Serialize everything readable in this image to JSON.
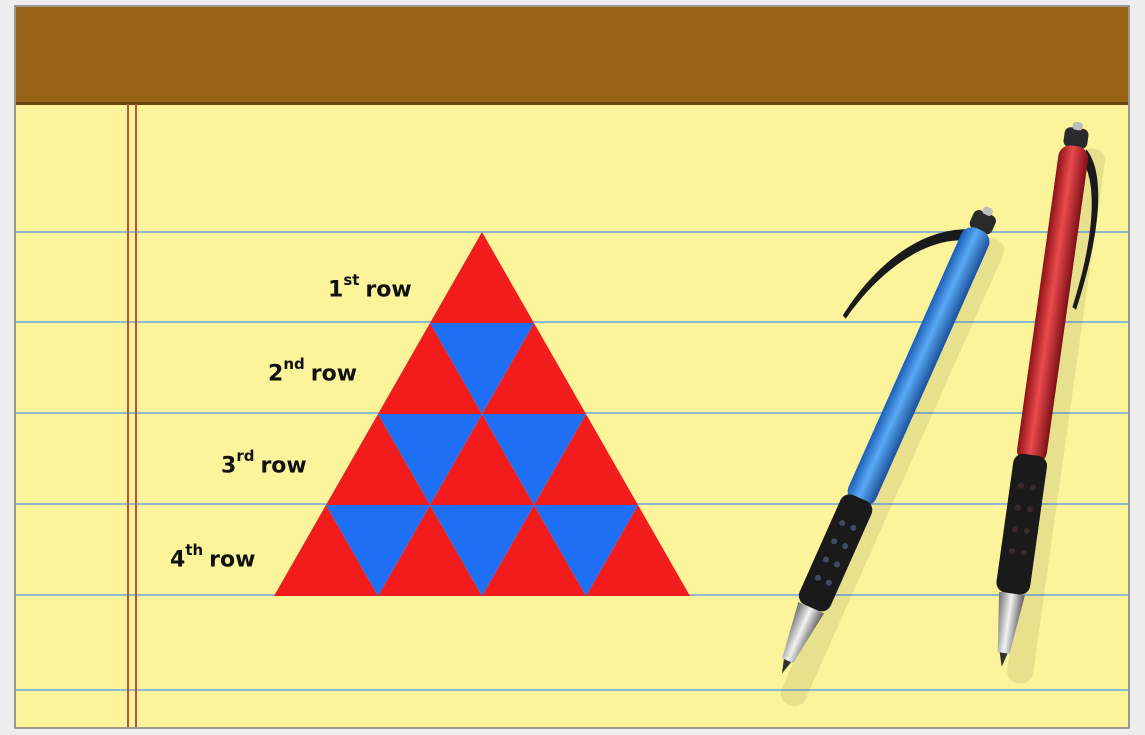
{
  "colors": {
    "paper": "#fbf49a",
    "header_band": "#976316",
    "ruled_line": "#8eb8cf",
    "margin_line": "#c0513a",
    "triangle_red": "#f21c1c",
    "triangle_blue": "#1f6ff5",
    "pen_blue": "#2f86e0",
    "pen_red": "#d02a30"
  },
  "diagram": {
    "rows": [
      {
        "ordinal": "1",
        "suffix": "st",
        "word": "row",
        "red_count": 1,
        "blue_count": 0
      },
      {
        "ordinal": "2",
        "suffix": "nd",
        "word": "row",
        "red_count": 2,
        "blue_count": 1
      },
      {
        "ordinal": "3",
        "suffix": "rd",
        "word": "row",
        "red_count": 3,
        "blue_count": 2
      },
      {
        "ordinal": "4",
        "suffix": "th",
        "word": "row",
        "red_count": 4,
        "blue_count": 3
      }
    ]
  },
  "decorations": {
    "pens": [
      "blue-pen-icon",
      "red-pen-icon"
    ]
  }
}
